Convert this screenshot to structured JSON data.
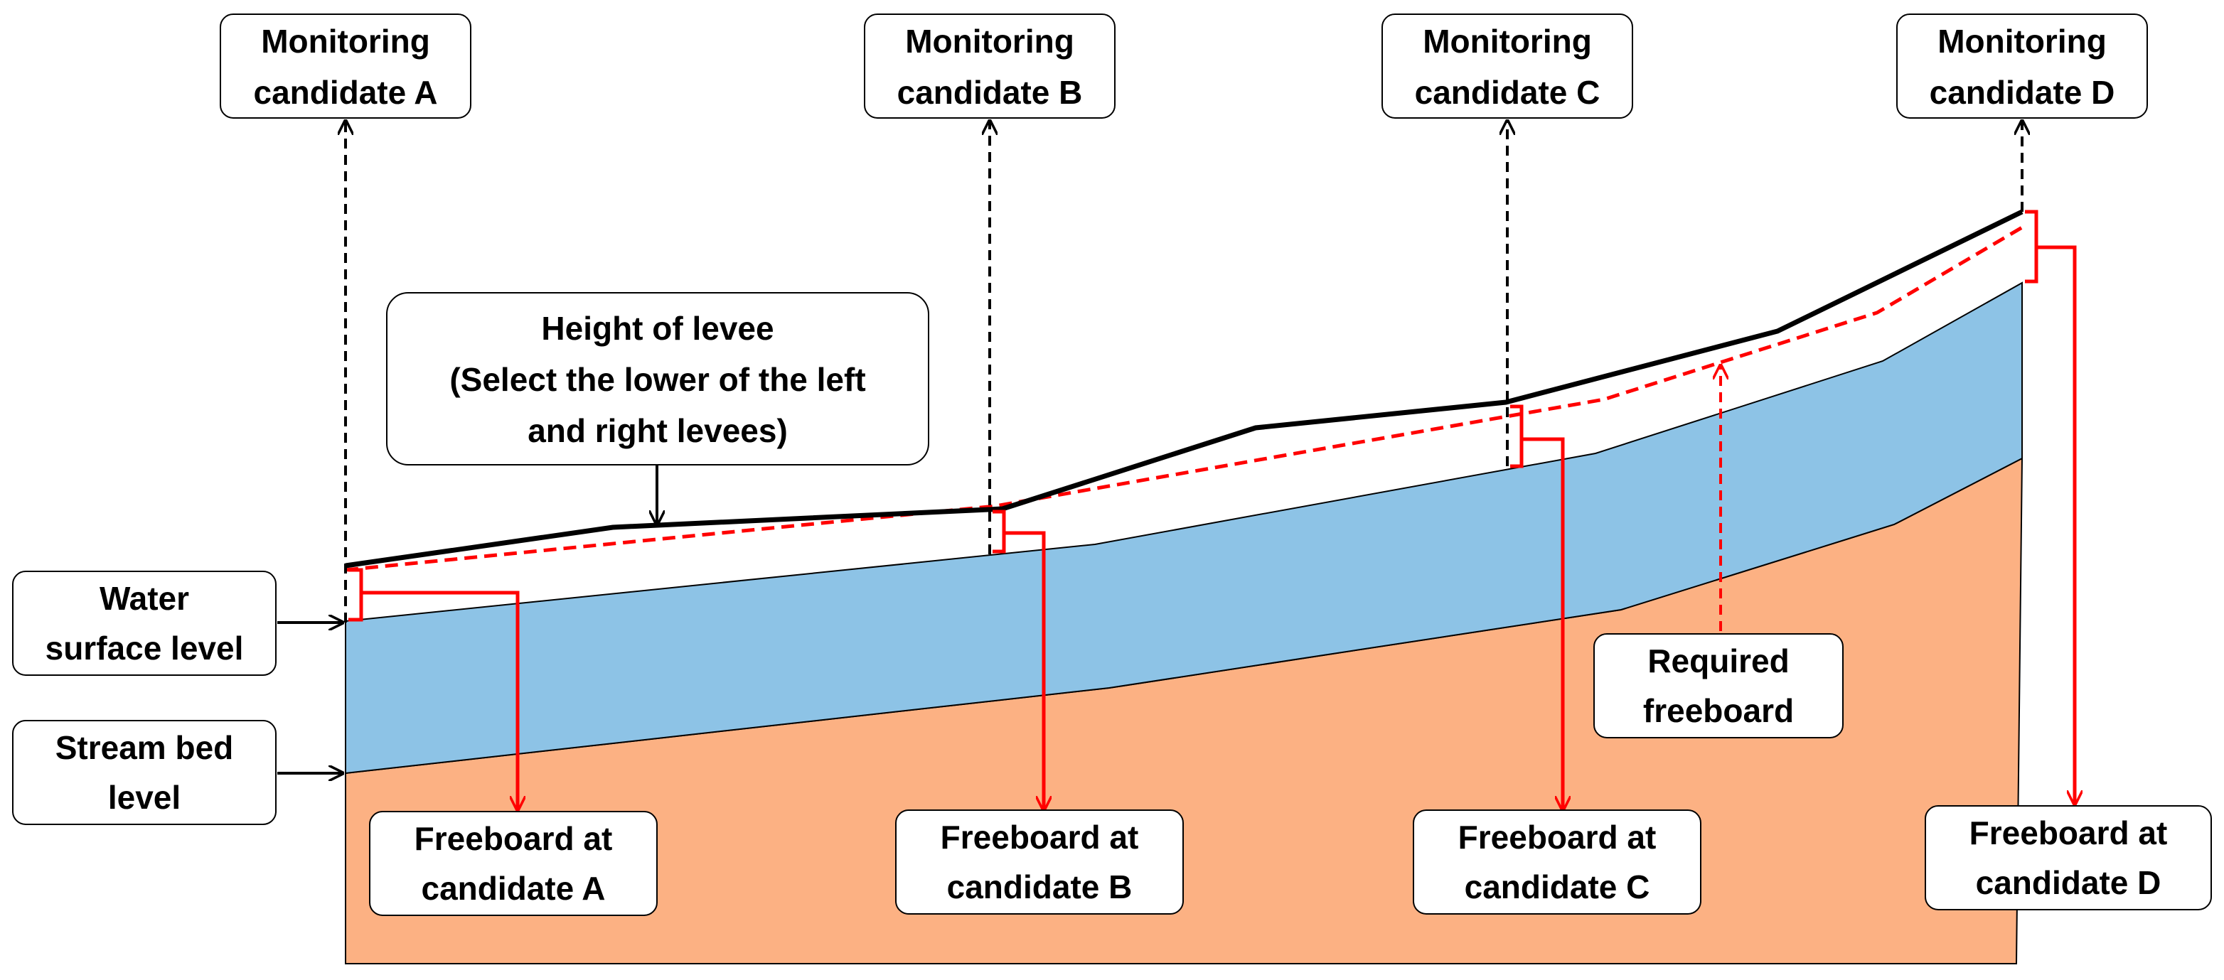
{
  "labels": {
    "monitoring_a": [
      "Monitoring",
      "candidate A"
    ],
    "monitoring_b": [
      "Monitoring",
      "candidate B"
    ],
    "monitoring_c": [
      "Monitoring",
      "candidate C"
    ],
    "monitoring_d": [
      "Monitoring",
      "candidate D"
    ],
    "levee_height": [
      "Height of levee",
      "(Select the lower of the left",
      "and right levees)"
    ],
    "water_surface": [
      "Water",
      "surface level"
    ],
    "stream_bed": [
      "Stream bed",
      "level"
    ],
    "required_freeboard": [
      "Required",
      "freeboard"
    ],
    "freeboard_a": [
      "Freeboard at",
      "candidate A"
    ],
    "freeboard_b": [
      "Freeboard at",
      "candidate B"
    ],
    "freeboard_c": [
      "Freeboard at",
      "candidate C"
    ],
    "freeboard_d": [
      "Freeboard at",
      "candidate D"
    ]
  },
  "colors": {
    "water": "#8dc3e6",
    "bed": "#fcb183",
    "levee_line": "#000000",
    "required_freeboard_line": "#ff0000",
    "freeboard_bracket": "#ff0000"
  }
}
